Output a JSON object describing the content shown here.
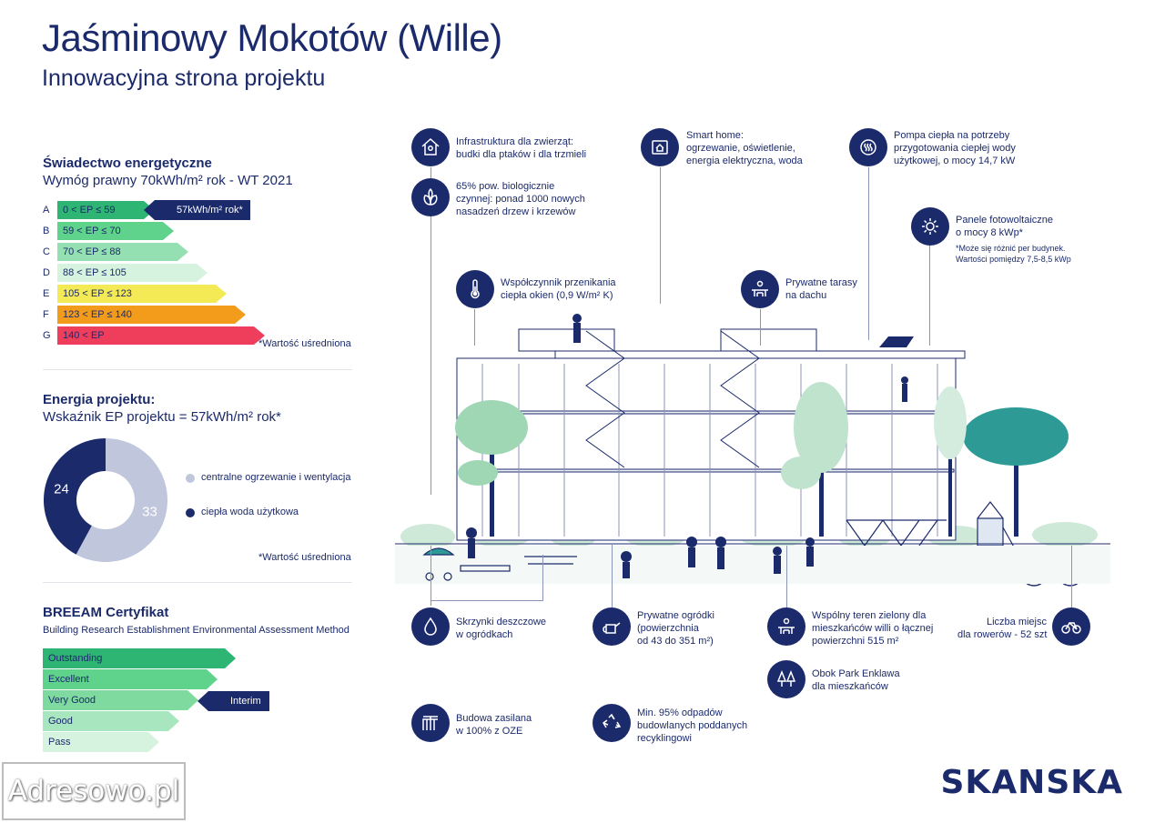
{
  "header": {
    "title": "Jaśminowy Mokotów (Wille)",
    "subtitle": "Innowacyjna strona projektu"
  },
  "energy_certificate": {
    "heading": "Świadectwo energetyczne",
    "subheading": "Wymóg prawny 70kWh/m² rok - WT 2021",
    "classes": [
      {
        "letter": "A",
        "range": "0  < EP ≤ 59",
        "color": "#2fb573"
      },
      {
        "letter": "B",
        "range": "59  < EP ≤ 70",
        "color": "#5fd28c"
      },
      {
        "letter": "C",
        "range": "70  < EP ≤ 88",
        "color": "#95e0b2"
      },
      {
        "letter": "D",
        "range": "88  < EP ≤ 105",
        "color": "#d6f3df"
      },
      {
        "letter": "E",
        "range": "105  < EP ≤ 123",
        "color": "#f4ea55"
      },
      {
        "letter": "F",
        "range": "123  < EP ≤ 140",
        "color": "#f39c1b"
      },
      {
        "letter": "G",
        "range": "140  <  EP",
        "color": "#ef3e5b"
      }
    ],
    "pointer_label": "57kWh/m² rok*",
    "note": "*Wartość uśredniona"
  },
  "project_energy": {
    "heading": "Energia projektu:",
    "subheading": "Wskaźnik EP projektu = 57kWh/m² rok*",
    "note": "*Wartość uśredniona",
    "donut": [
      {
        "label": "centralne ogrzewanie i wentylacja",
        "value": 33,
        "display": "33",
        "color": "#c0c6dc"
      },
      {
        "label": "ciepła woda użytkowa",
        "value": 24,
        "display": "24",
        "color": "#1b2a6b"
      }
    ]
  },
  "breeam": {
    "heading": "BREEAM Certyfikat",
    "subheading": "Building Research Establishment Environmental Assessment Method",
    "levels": [
      {
        "label": "Outstanding",
        "color": "#2fb573"
      },
      {
        "label": "Excellent",
        "color": "#5fd28c"
      },
      {
        "label": "Very Good",
        "color": "#7fdaa0"
      },
      {
        "label": "Good",
        "color": "#a8e6bf"
      },
      {
        "label": "Pass",
        "color": "#d6f3df"
      }
    ],
    "pointer_label": "Interim"
  },
  "features": {
    "animals": [
      "Infrastruktura dla zwierząt:",
      "budki dla ptaków i dla trzmieli"
    ],
    "bio": [
      "65% pow. biologicznie",
      "czynnej: ponad 1000 nowych",
      "nasadzeń drzew i krzewów"
    ],
    "smarthome": [
      "Smart home:",
      "ogrzewanie, oświetlenie,",
      "energia elektryczna, woda"
    ],
    "heatpump": [
      "Pompa ciepła na potrzeby",
      "przygotowania ciepłej wody",
      "użytkowej, o mocy 14,7 kW"
    ],
    "pv": [
      "Panele fotowoltaiczne",
      "o mocy 8 kWp*"
    ],
    "pv_note": [
      "*Może się różnić per budynek.",
      "Wartości pomiędzy 7,5-8,5 kWp"
    ],
    "windows": [
      "Współczynnik przenikania",
      "ciepła okien (0,9 W/m² K)"
    ],
    "terraces": [
      "Prywatne tarasy",
      "na dachu"
    ],
    "rain": [
      "Skrzynki deszczowe",
      "w ogródkach"
    ],
    "gardens": [
      "Prywatne ogródki",
      "(powierzchnia",
      "od 43 do 351 m²)"
    ],
    "green": [
      "Wspólny teren zielony dla",
      "mieszkańców willi o łącznej",
      "powierzchni 515 m²"
    ],
    "park": [
      "Obok Park Enklawa",
      "dla mieszkańców"
    ],
    "bikes": [
      "Liczba miejsc",
      "dla rowerów - 52 szt"
    ],
    "oze": [
      "Budowa zasilana",
      "w 100% z OZE"
    ],
    "waste": [
      "Min. 95% odpadów",
      "budowlanych poddanych",
      "recyklingowi"
    ]
  },
  "icons": {
    "animals": "birdhouse-icon",
    "bio": "leaves-icon",
    "smarthome": "smart-home-icon",
    "heatpump": "heat-pump-icon",
    "pv": "sun-icon",
    "windows": "thermometer-icon",
    "terraces": "terrace-icon",
    "rain": "droplet-icon",
    "gardens": "watering-can-icon",
    "green": "bench-icon",
    "park": "trees-icon",
    "bikes": "bicycle-icon",
    "oze": "power-pylon-icon",
    "waste": "recycle-icon"
  },
  "colors": {
    "navy": "#1b2a6b",
    "green": "#2fb573"
  },
  "brand": "SKANSKA",
  "watermark": "Adresowo.pl"
}
